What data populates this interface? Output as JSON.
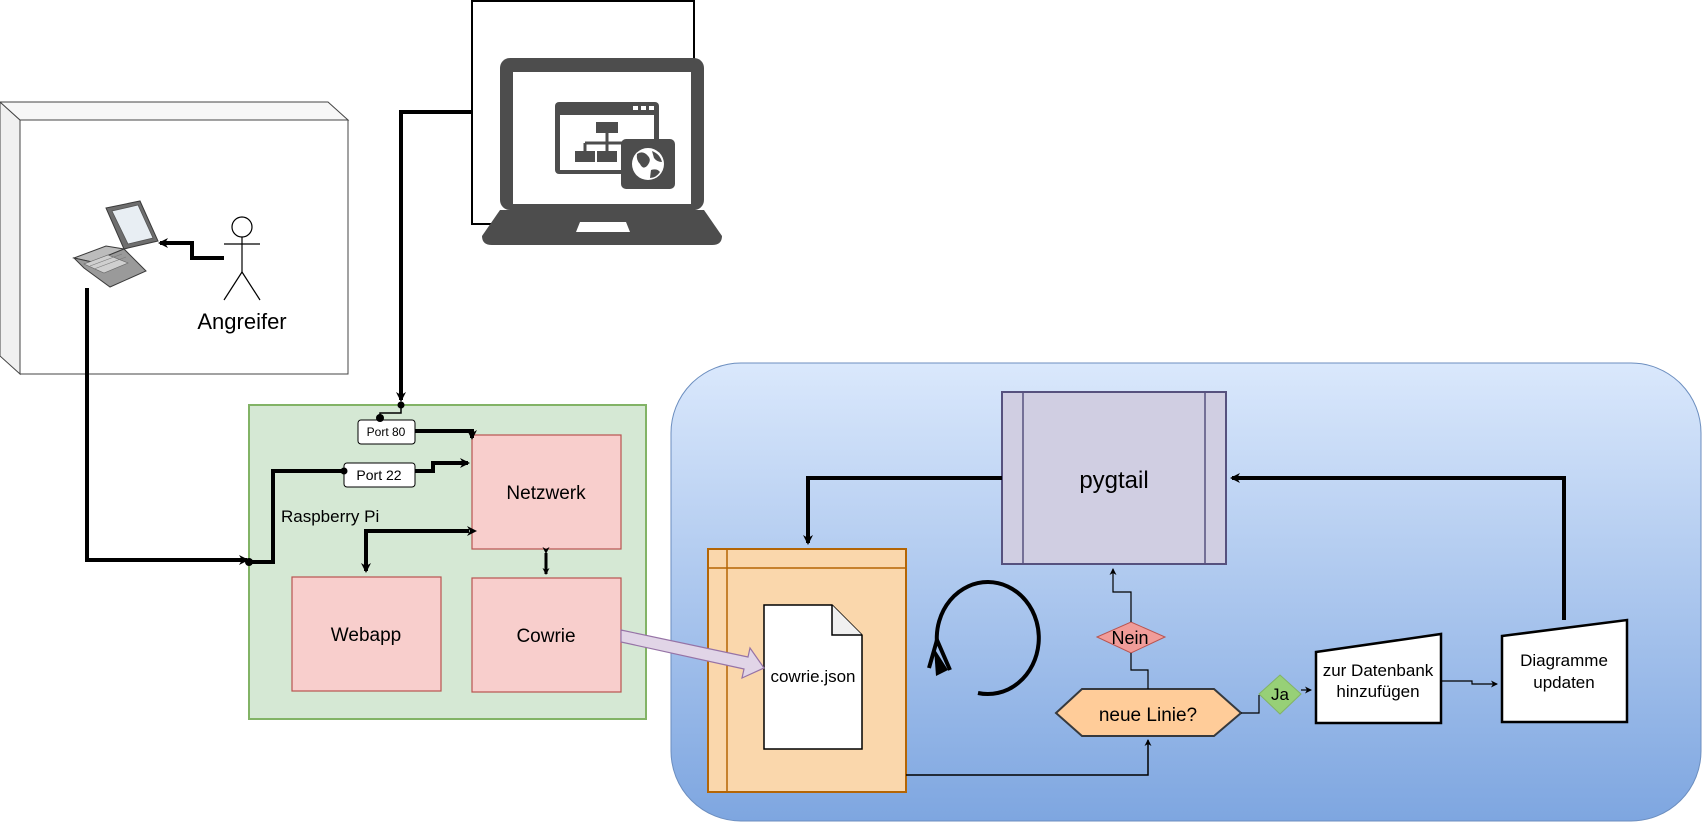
{
  "labels": {
    "angreifer": "Angreifer",
    "raspberry_pi": "Raspberry Pi",
    "port80": "Port 80",
    "port22": "Port 22",
    "netzwerk": "Netzwerk",
    "webapp": "Webapp",
    "cowrie": "Cowrie",
    "pygtail": "pygtail",
    "cowrie_json": "cowrie.json",
    "nein": "Nein",
    "neue_linie": "neue Linie?",
    "ja": "Ja",
    "datenbank_line1": "zur Datenbank",
    "datenbank_line2": "hinzufügen",
    "diagramme_line1": "Diagramme",
    "diagramme_line2": "updaten"
  },
  "icons": {
    "attacker_laptop": "laptop-icon",
    "attacker_person": "person-icon",
    "monitor_laptop": "laptop-icon",
    "web_sitemap": "sitemap-globe-icon",
    "refresh_loop": "refresh-loop-icon",
    "json_file": "file-icon"
  },
  "colors": {
    "green_container": "#d5e8d4",
    "green_border": "#82b366",
    "red_box": "#f8cecc",
    "red_border": "#b85450",
    "purple_box": "#d0cee2",
    "purple_border": "#56517e",
    "orange_box": "#fad7ac",
    "orange_border": "#b46504",
    "blue_top": "#dae8fc",
    "blue_bottom": "#7ea6e0",
    "diamond_red": "#f19c99",
    "diamond_green": "#97d077",
    "hexagon_orange": "#ffcc99",
    "dark_laptop": "#4d4d4d"
  }
}
